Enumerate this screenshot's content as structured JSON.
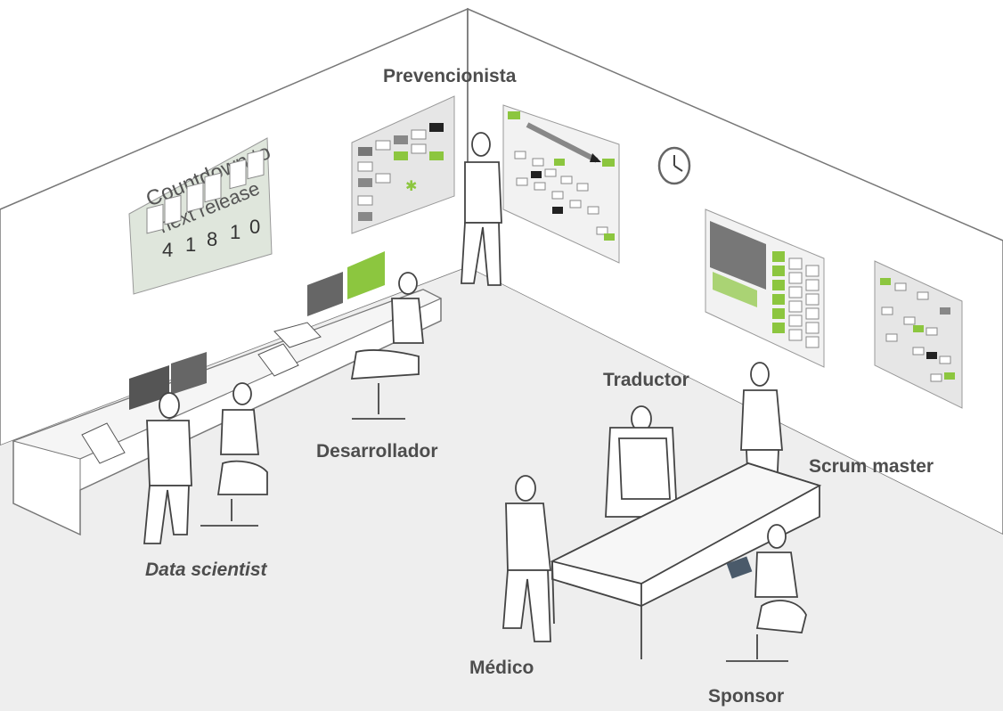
{
  "labels": {
    "prevencionista": "Prevencionista",
    "traductor": "Traductor",
    "desarrollador": "Desarrollador",
    "scrum_master": "Scrum master",
    "data_scientist": "Data scientist",
    "medico": "Médico",
    "sponsor": "Sponsor"
  },
  "countdown": {
    "line1": "Countdown to",
    "line2": "next release",
    "digits": [
      "4",
      "1",
      "8",
      "1",
      "0"
    ]
  },
  "colors": {
    "accent_green": "#8cc63f",
    "board_gray": "#e6e6e6",
    "line": "#555555",
    "floor": "#eeeeee",
    "countdown_board": "#dfe6dc"
  },
  "icons": {
    "clock": "clock-icon"
  }
}
